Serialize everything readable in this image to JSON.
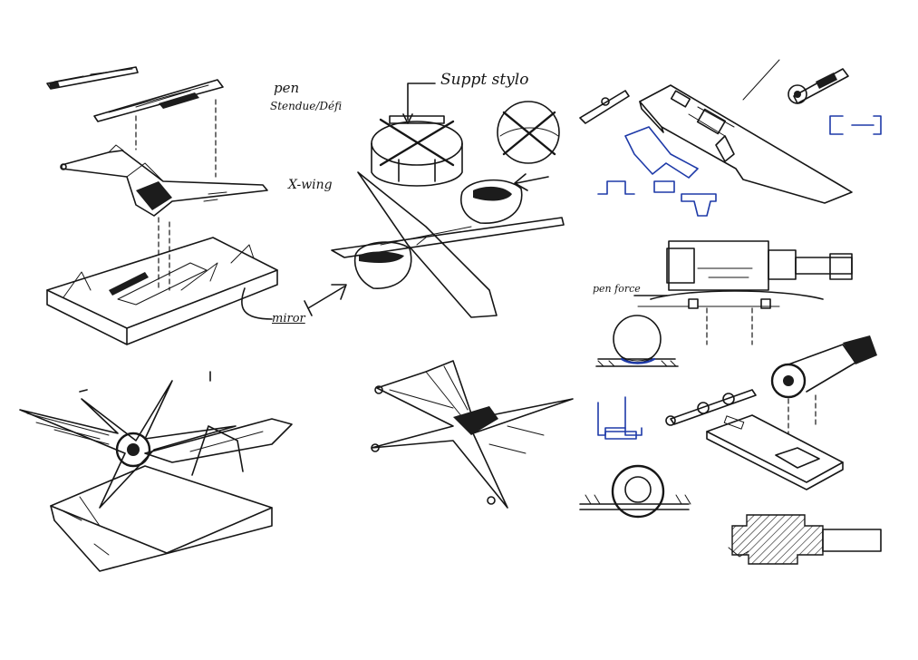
{
  "annotations": {
    "pen": "pen",
    "support_label": "Stendue/Défi",
    "xwing": "X-wing",
    "support_style": "Suppt stylo",
    "miror": "miror",
    "pen_force": "pen force"
  },
  "colors": {
    "ink": "#161616",
    "blue_ink": "#1e3aa8",
    "paper": "#ffffff"
  }
}
